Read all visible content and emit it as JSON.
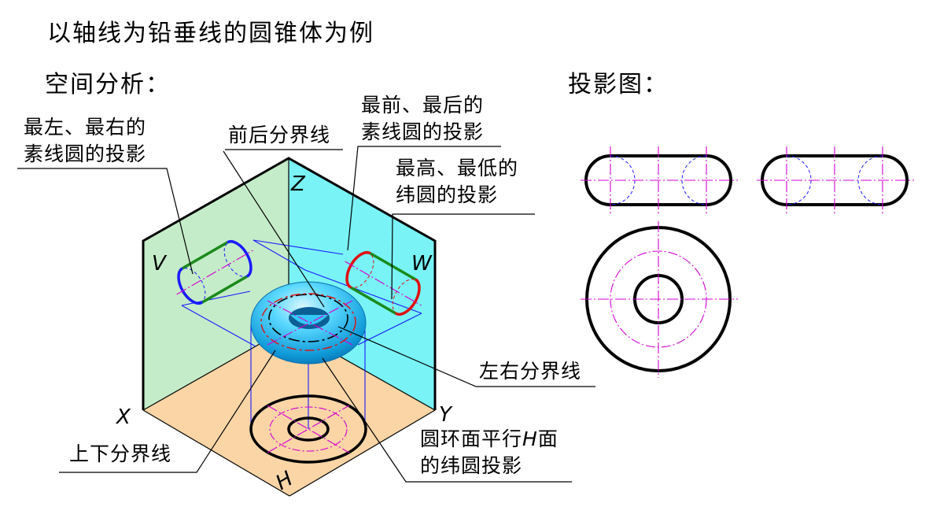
{
  "title": "以轴线为铅垂线的圆锥体为例",
  "section_space": "空间分析：",
  "section_projection": "投影图：",
  "labels": {
    "left_right_most_1": "最左、最右的",
    "left_right_most_2": "素线圆的投影",
    "front_back_boundary": "前后分界线",
    "front_back_most_1": "最前、最后的",
    "front_back_most_2": "素线圆的投影",
    "high_low_most_1": "最高、最低的",
    "high_low_most_2": "纬圆的投影",
    "left_right_boundary": "左右分界线",
    "top_bottom_boundary": "上下分界线",
    "parallel_h_1": "圆环面平行",
    "parallel_h_italic": "H",
    "parallel_h_2": "面",
    "parallel_h_3": "的纬圆投影"
  },
  "axes": {
    "z": "Z",
    "x": "X",
    "y": "Y",
    "v": "V",
    "w": "W",
    "h": "H"
  },
  "colors": {
    "v_plane": "#c4ecc8",
    "w_plane": "#79f3f6",
    "h_plane": "#fbd5a6",
    "torus": "#2fc6f4",
    "blue_outline": "#1a1aff",
    "green_outline": "#1a8a1a",
    "red_outline": "#e01010",
    "center_line": "#d400d4"
  }
}
